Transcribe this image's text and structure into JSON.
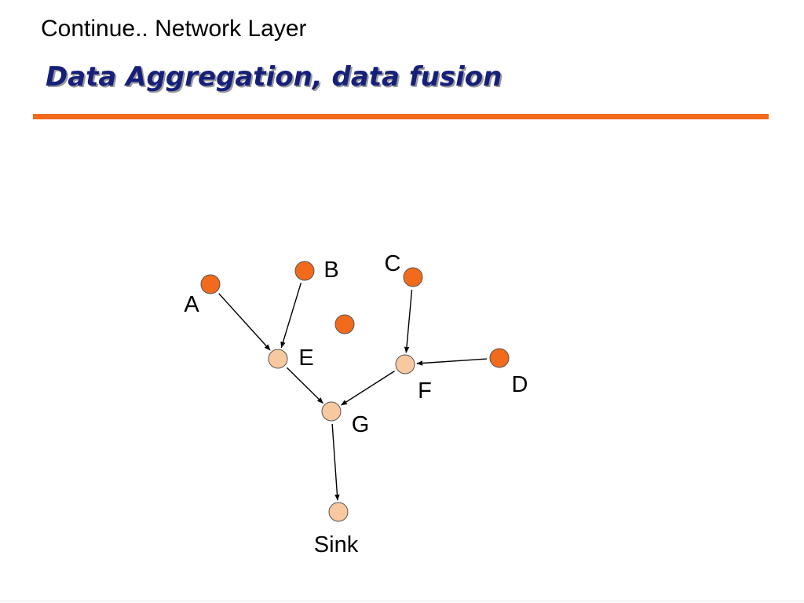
{
  "slide": {
    "subtitle": "Continue.. Network Layer",
    "title": "Data Aggregation, data fusion"
  },
  "colors": {
    "title_text": "#16207a",
    "accent_rule": "#f26a1b",
    "source_node_fill": "#f26a1b",
    "aggregator_node_fill": "#f8c9a0",
    "node_outline": "#555555",
    "edge": "#000000"
  },
  "diagram": {
    "nodes": [
      {
        "id": "A",
        "label": "A",
        "role": "source"
      },
      {
        "id": "B",
        "label": "B",
        "role": "source"
      },
      {
        "id": "C",
        "label": "C",
        "role": "source"
      },
      {
        "id": "D",
        "label": "D",
        "role": "source"
      },
      {
        "id": "X",
        "label": "",
        "role": "source"
      },
      {
        "id": "E",
        "label": "E",
        "role": "aggregator"
      },
      {
        "id": "F",
        "label": "F",
        "role": "aggregator"
      },
      {
        "id": "G",
        "label": "G",
        "role": "aggregator"
      },
      {
        "id": "Sink",
        "label": "Sink",
        "role": "aggregator"
      }
    ],
    "edges": [
      {
        "from": "A",
        "to": "E"
      },
      {
        "from": "B",
        "to": "E"
      },
      {
        "from": "C",
        "to": "F"
      },
      {
        "from": "D",
        "to": "F"
      },
      {
        "from": "E",
        "to": "G"
      },
      {
        "from": "F",
        "to": "G"
      },
      {
        "from": "G",
        "to": "Sink"
      }
    ]
  }
}
